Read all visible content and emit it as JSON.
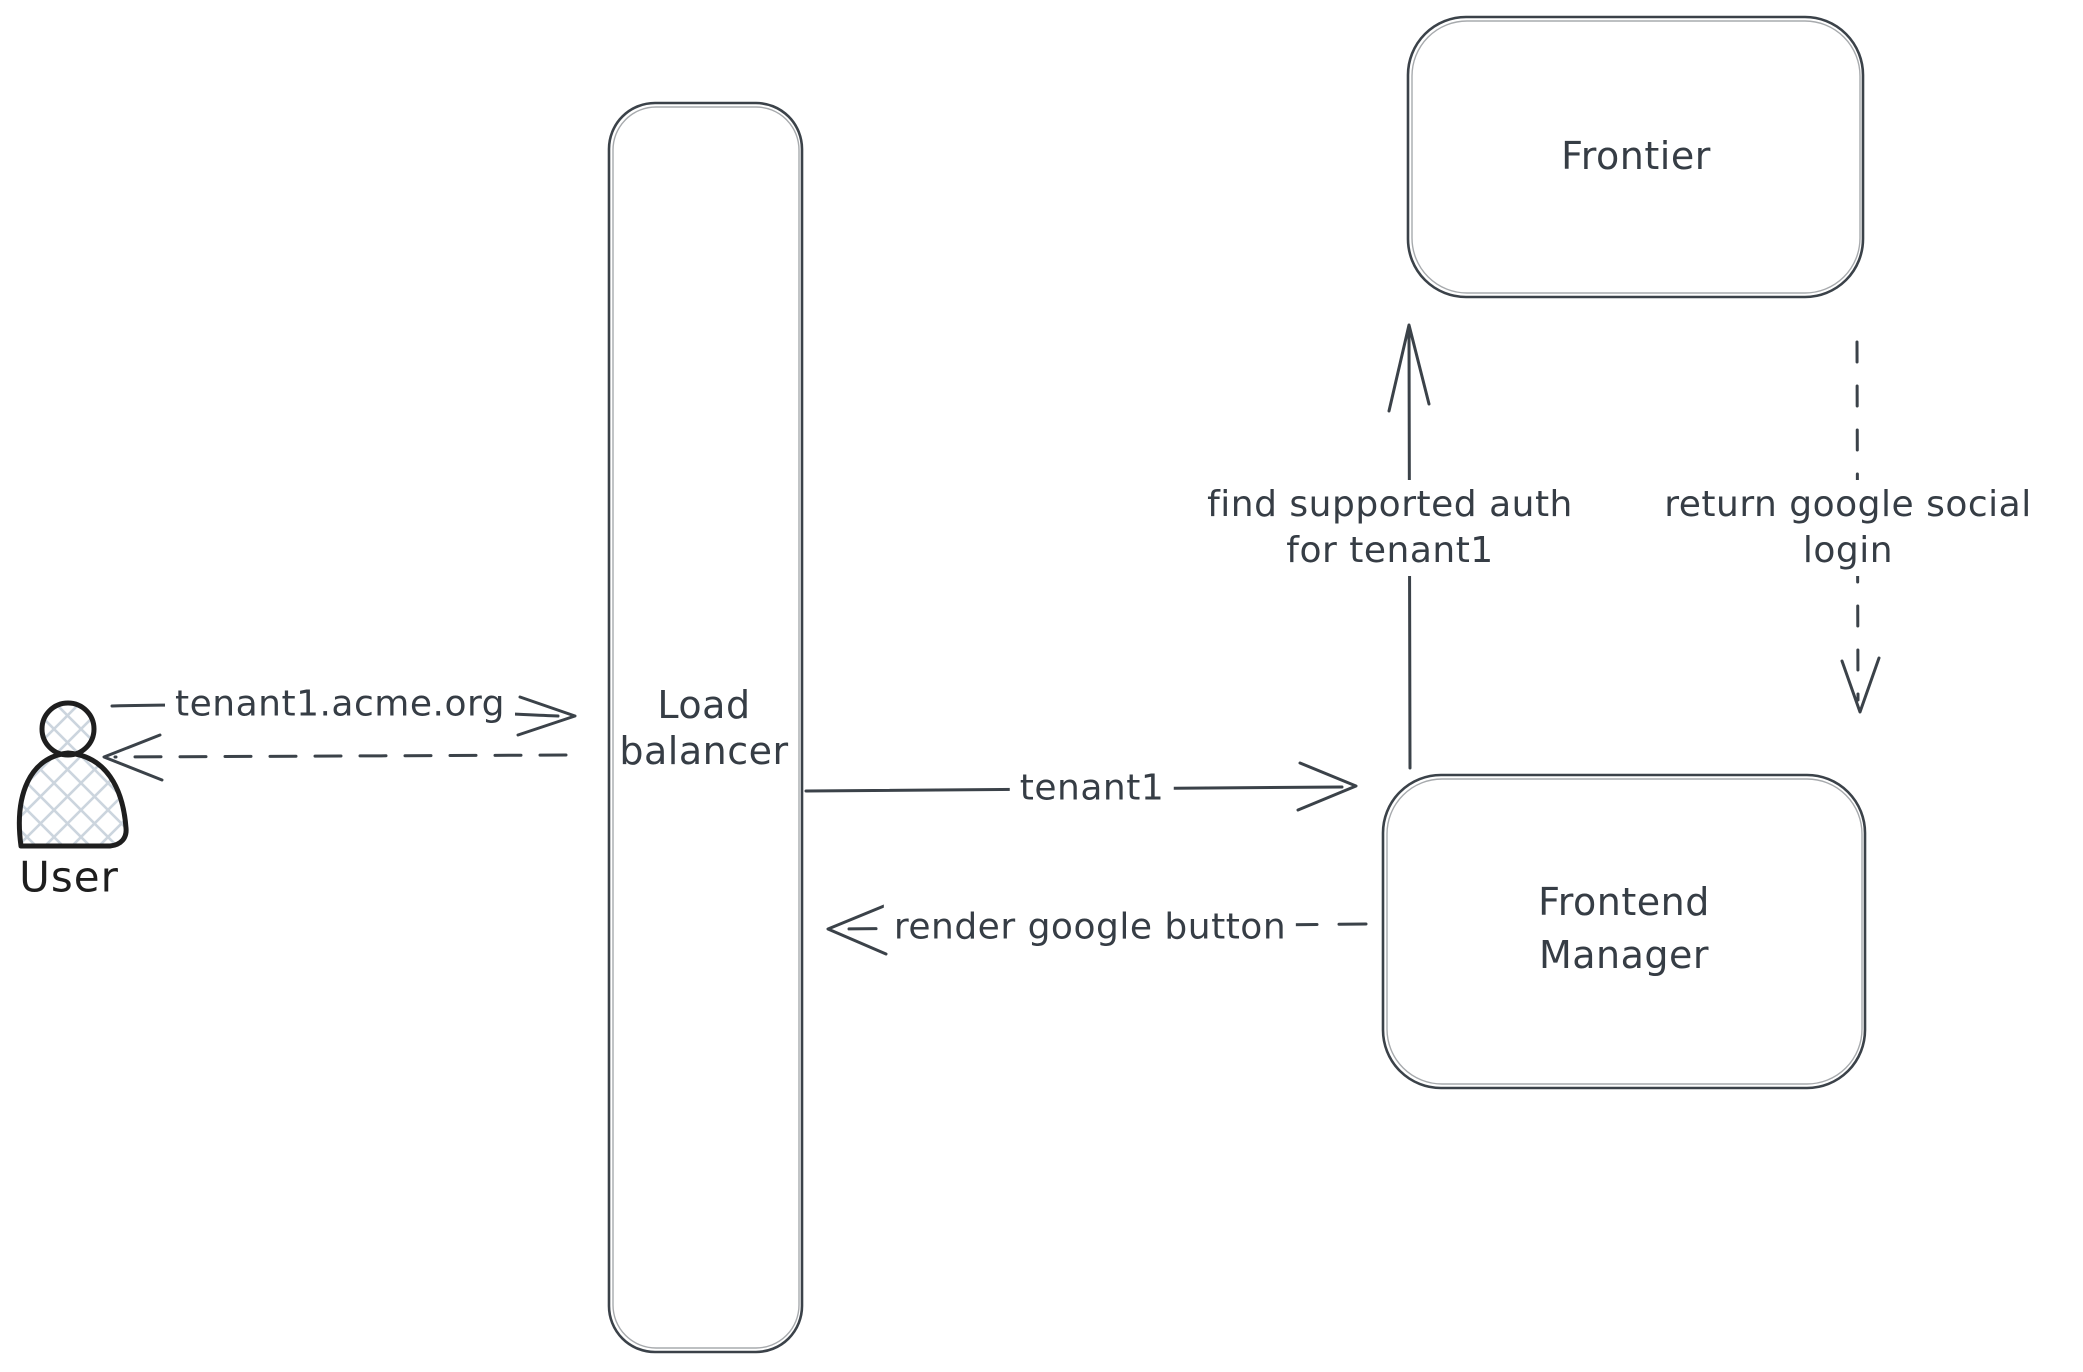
{
  "diagram": {
    "nodes": {
      "user": {
        "label": "User",
        "shape": "person-icon"
      },
      "load_balancer": {
        "label_line1": "Load",
        "label_line2": "balancer",
        "shape": "tall-rounded-rectangle"
      },
      "frontier": {
        "label": "Frontier",
        "shape": "rounded-rectangle"
      },
      "frontend_manager": {
        "label_line1": "Frontend",
        "label_line2": "Manager",
        "shape": "rounded-rectangle"
      }
    },
    "edges": {
      "user_to_load_balancer": {
        "label": "tenant1.acme.org",
        "style": "solid",
        "direction": "right"
      },
      "load_balancer_to_user": {
        "style": "dashed",
        "direction": "left"
      },
      "load_balancer_to_frontend_manager": {
        "label": "tenant1",
        "style": "solid",
        "direction": "right"
      },
      "frontend_manager_to_load_balancer": {
        "label": "render google button",
        "style": "dashed",
        "direction": "left"
      },
      "frontend_manager_to_frontier": {
        "label_line1": "find supported auth",
        "label_line2": "for tenant1",
        "style": "solid",
        "direction": "up"
      },
      "frontier_to_frontend_manager": {
        "label_line1": "return google social",
        "label_line2": "login",
        "style": "dashed",
        "direction": "down"
      }
    },
    "colors": {
      "background": "#ffffff",
      "stroke": "#3b4249",
      "text": "#363d45",
      "user_stroke": "#1e1e1e",
      "hatch_fill": "#ccd5de"
    }
  }
}
